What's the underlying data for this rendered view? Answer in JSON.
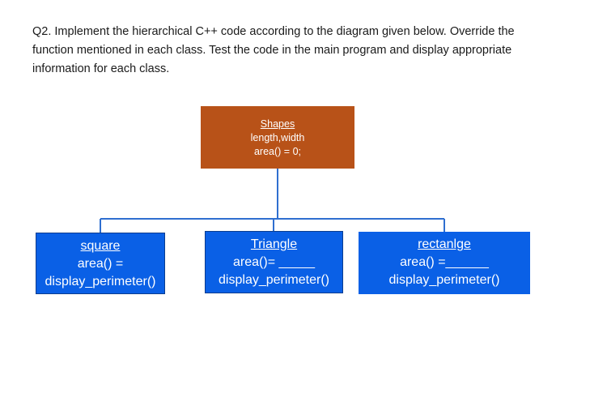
{
  "question": {
    "lines": [
      "Q2. Implement the hierarchical C++ code according to the diagram given below. Override the",
      "function mentioned in each class. Test the code in the main program and display appropriate",
      "information for each class."
    ]
  },
  "diagram": {
    "parent": {
      "title": "Shapes",
      "line1": "length,width",
      "line2": "area() = 0;"
    },
    "children": [
      {
        "title": "square",
        "line1": "area() =",
        "line2": "display_perimeter()"
      },
      {
        "title": "Triangle",
        "line1": "area()= _____",
        "line2": "display_perimeter()"
      },
      {
        "title": "rectanlge",
        "line1": "area() =______",
        "line2": "display_perimeter()"
      }
    ],
    "colors": {
      "parent_fill": "#b85218",
      "child_fill": "#0a60e6",
      "connector": "#2f6fd0"
    }
  }
}
